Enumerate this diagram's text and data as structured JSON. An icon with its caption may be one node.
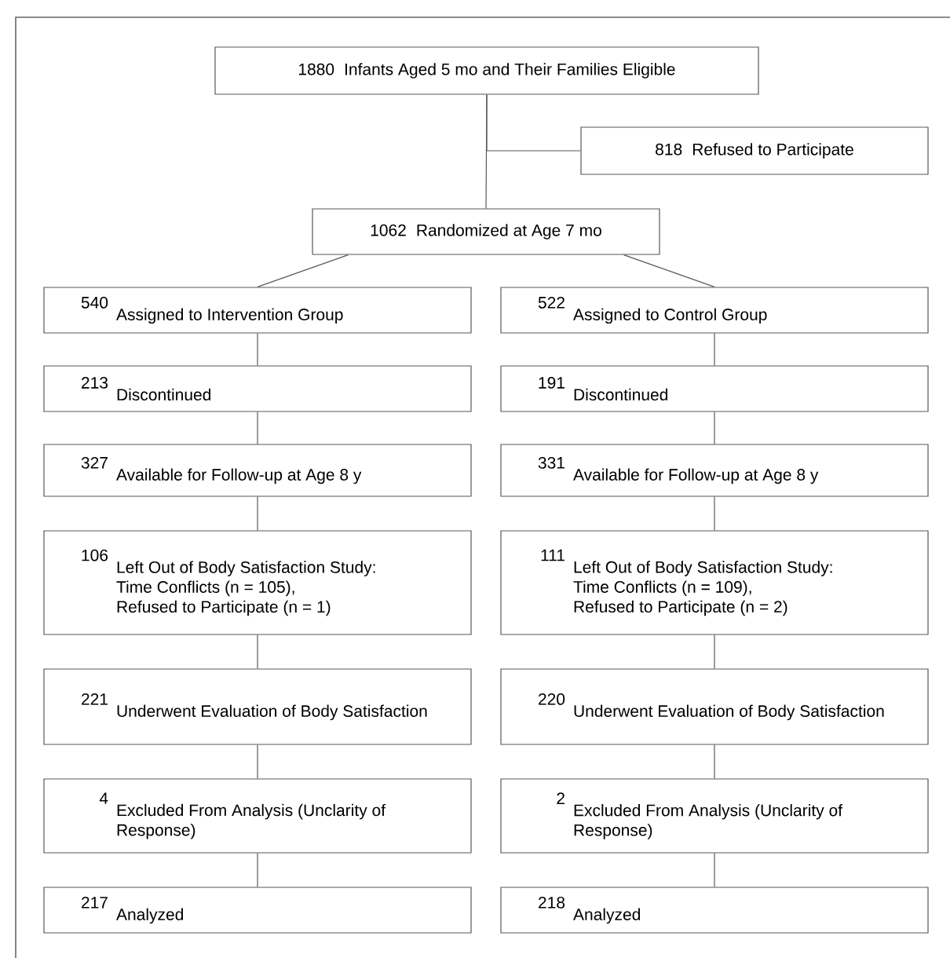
{
  "diagram": {
    "nodes": [
      {
        "text": [
          "1880",
          "Infants Aged 5 mo and Their Families Eligible"
        ]
      },
      {
        "text": [
          "818",
          "Refused to Participate"
        ]
      },
      {
        "text": [
          "1062",
          "Randomized at Age 7 mo"
        ]
      },
      {
        "text": [
          "540",
          "Assigned to Intervention Group"
        ]
      },
      {
        "text": [
          "522",
          "Assigned to Control Group"
        ]
      },
      {
        "text": [
          "213",
          "Discontinued"
        ]
      },
      {
        "text": [
          "191",
          "Discontinued"
        ]
      },
      {
        "text": [
          "327",
          "Available for Follow-up at Age 8 y"
        ]
      },
      {
        "text": [
          "331",
          "Available for Follow-up at Age 8 y"
        ]
      },
      {
        "text": [
          "106",
          "Left Out of Body Satisfaction Study:",
          "Time Conflicts (n = 105),",
          "Refused to Participate (n = 1)"
        ]
      },
      {
        "text": [
          "111",
          "Left Out of Body Satisfaction Study:",
          "Time Conflicts (n = 109),",
          "Refused to Participate (n = 2)"
        ]
      },
      {
        "text": [
          "221",
          "Underwent Evaluation of Body Satisfaction"
        ]
      },
      {
        "text": [
          "220",
          "Underwent Evaluation of Body Satisfaction"
        ]
      },
      {
        "text": [
          "4",
          "Excluded From Analysis (Unclarity of Response)"
        ]
      },
      {
        "text": [
          "2",
          "Excluded From Analysis (Unclarity of Response)"
        ]
      },
      {
        "text": [
          "217",
          "Analyzed"
        ]
      },
      {
        "text": [
          "218",
          "Analyzed"
        ]
      }
    ],
    "edges": [
      {
        "from": 0,
        "to": 1,
        "arrow": "none"
      },
      {
        "from": 0,
        "to": 2,
        "arrow": "none"
      },
      {
        "from": 2,
        "to": 3,
        "arrow": "none"
      },
      {
        "from": 2,
        "to": 4,
        "arrow": "none"
      },
      {
        "from": 3,
        "to": 5,
        "arrow": "none"
      },
      {
        "from": 4,
        "to": 6,
        "arrow": "none"
      },
      {
        "from": 5,
        "to": 7,
        "arrow": "none"
      },
      {
        "from": 6,
        "to": 8,
        "arrow": "none"
      },
      {
        "from": 7,
        "to": 9,
        "arrow": "none"
      },
      {
        "from": 8,
        "to": 10,
        "arrow": "none"
      },
      {
        "from": 9,
        "to": 11,
        "arrow": "none"
      },
      {
        "from": 10,
        "to": 12,
        "arrow": "none"
      },
      {
        "from": 11,
        "to": 13,
        "arrow": "none"
      },
      {
        "from": 12,
        "to": 14,
        "arrow": "none"
      },
      {
        "from": 13,
        "to": 15,
        "arrow": "none"
      },
      {
        "from": 14,
        "to": 16,
        "arrow": "none"
      }
    ]
  }
}
